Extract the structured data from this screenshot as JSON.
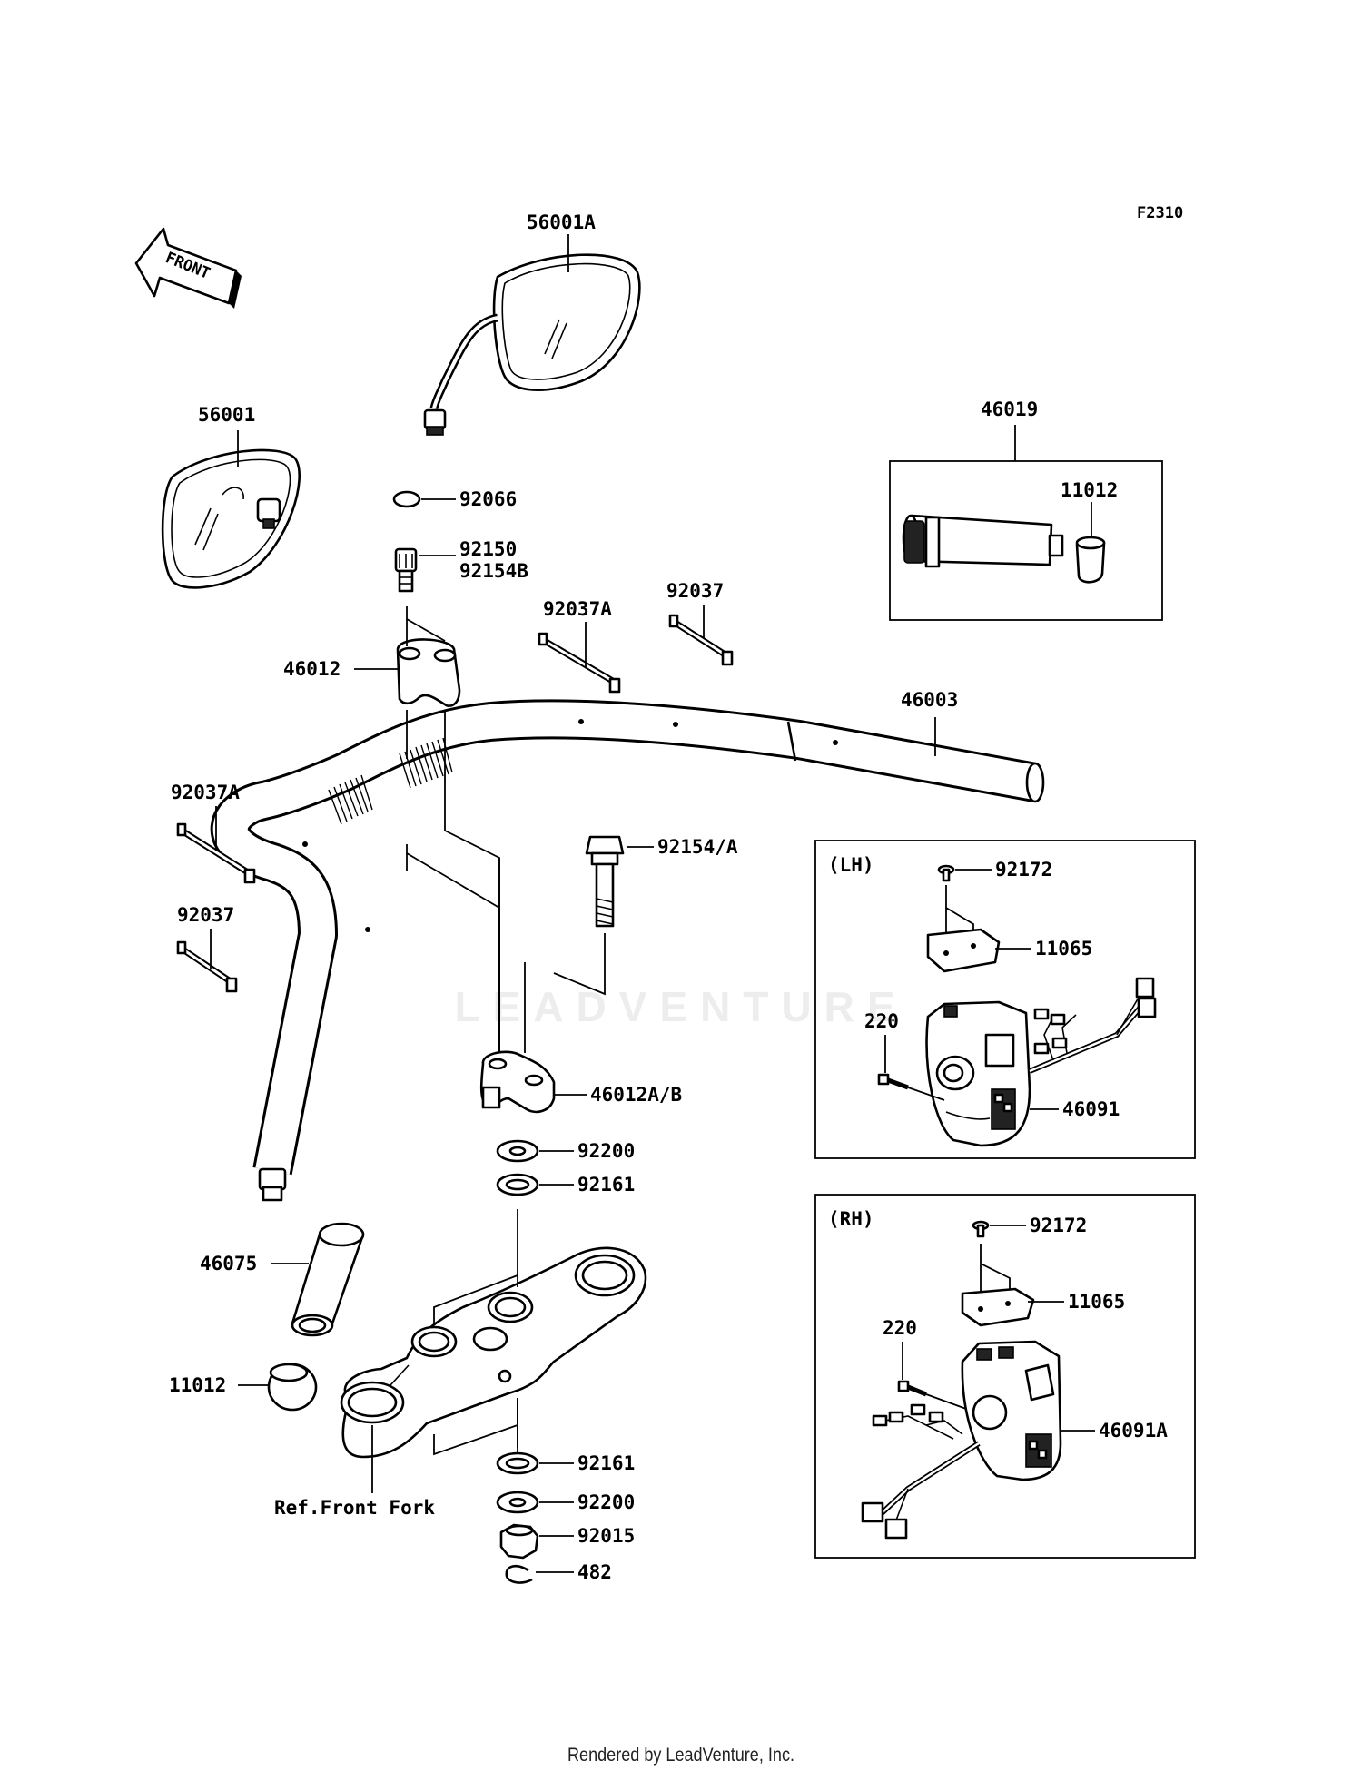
{
  "diagram_code": "F2310",
  "front_label": "FRONT",
  "watermark": "LEADVENTURE",
  "footer": "Rendered by LeadVenture, Inc.",
  "panels": {
    "left_hand": "(LH)",
    "right_hand": "(RH)"
  },
  "ref_note": "Ref.Front Fork",
  "parts": {
    "p56001A": "56001A",
    "p56001": "56001",
    "p46019": "46019",
    "p11012_kit": "11012",
    "p92066": "92066",
    "p92150": "92150",
    "p92154B": "92154B",
    "p92037A_top": "92037A",
    "p92037_top": "92037",
    "p46012": "46012",
    "p46003": "46003",
    "p92037A_left": "92037A",
    "p92154A": "92154/A",
    "p92037_left": "92037",
    "p46012AB": "46012A/B",
    "p92200_top": "92200",
    "p92161_top": "92161",
    "p46075": "46075",
    "p11012": "11012",
    "p92161_bot": "92161",
    "p92200_bot": "92200",
    "p92015": "92015",
    "p482": "482",
    "lh_92172": "92172",
    "lh_11065": "11065",
    "lh_220": "220",
    "lh_46091": "46091",
    "rh_92172": "92172",
    "rh_11065": "11065",
    "rh_220": "220",
    "rh_46091A": "46091A"
  }
}
